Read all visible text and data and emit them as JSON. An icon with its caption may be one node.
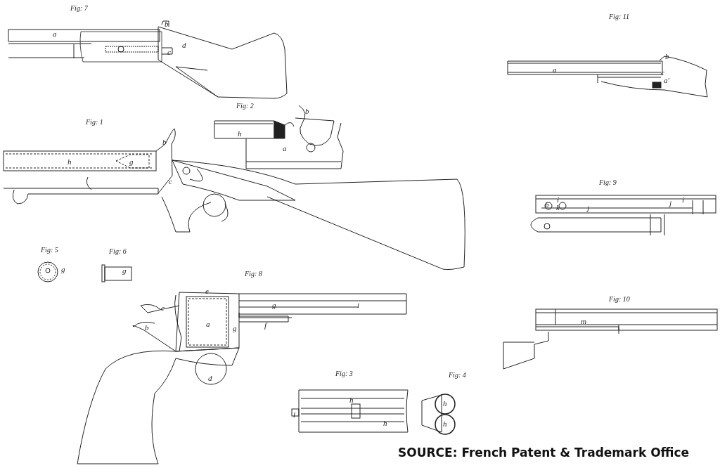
{
  "diagram": {
    "caption": "SOURCE: French Patent & Trademark Office",
    "labels": [
      "Fig: 7",
      "b",
      "a",
      "d",
      "c",
      "Fig: 11",
      "b",
      "a",
      "c",
      "a'",
      "Fig: 2",
      "b",
      "h",
      "a",
      "Fig: 1",
      "b",
      "h",
      "g",
      "c",
      "Fig: 9",
      "i",
      "i",
      "b",
      "k",
      "j",
      "j",
      "Fig: 5",
      "g",
      "Fig: 6",
      "g",
      "Fig: 8",
      "e",
      "g",
      "i",
      "c",
      "a",
      "g",
      "f",
      "b",
      "d",
      "Fig: 10",
      "m",
      "Fig: 3",
      "h",
      "l",
      "h",
      "Fig: 4",
      "h",
      "h"
    ]
  }
}
